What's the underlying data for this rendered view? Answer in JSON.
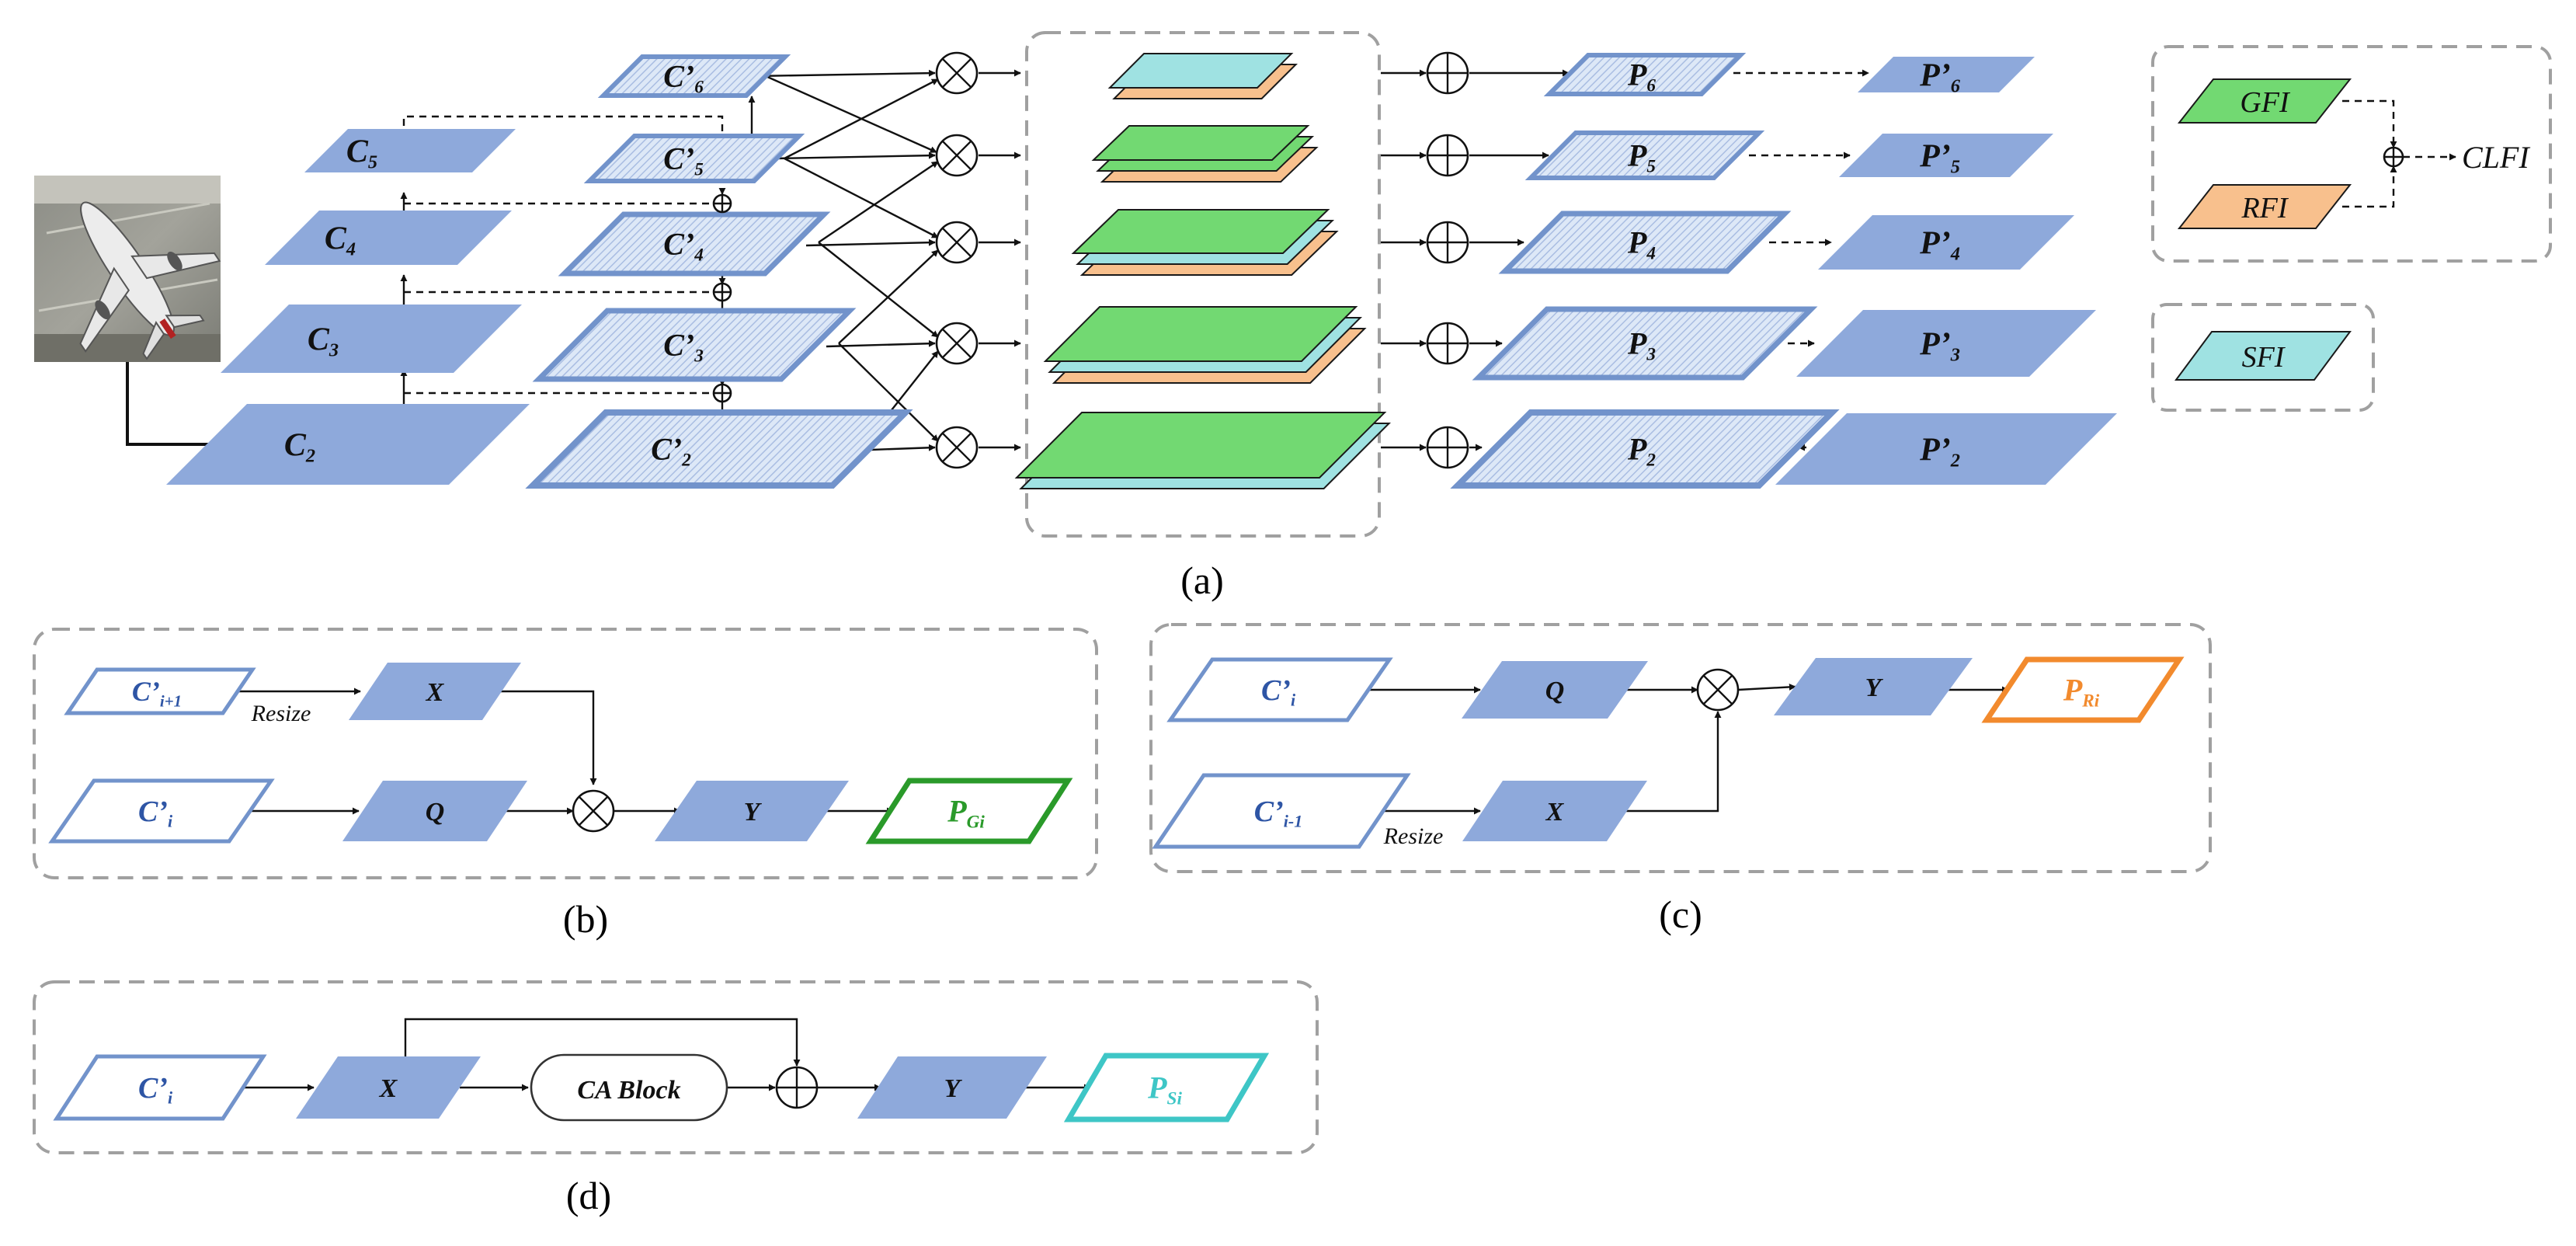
{
  "colors": {
    "feature_fill": "#8ea9db",
    "feature_stroke": "#7293cb",
    "gfi": "#72d972",
    "rfi": "#f8c08d",
    "sfi": "#9fe2e2",
    "green_out": "#2a9a2a",
    "orange_out": "#f28a2d",
    "cyan_out": "#3ec6c6",
    "arrow": "#111111",
    "dash_box": "#a0a0a0"
  },
  "icons": {
    "multiply": "circle-times-icon",
    "add": "circle-plus-icon",
    "image": "airplane-image"
  },
  "panel_a": {
    "caption": "(a)",
    "backbone": [
      {
        "b": "C",
        "s": "5"
      },
      {
        "b": "C",
        "s": "4"
      },
      {
        "b": "C",
        "s": "3"
      },
      {
        "b": "C",
        "s": "2"
      }
    ],
    "lateral": [
      {
        "b": "C’",
        "s": "6"
      },
      {
        "b": "C’",
        "s": "5"
      },
      {
        "b": "C’",
        "s": "4"
      },
      {
        "b": "C’",
        "s": "3"
      },
      {
        "b": "C’",
        "s": "2"
      }
    ],
    "pyramid": [
      {
        "b": "P",
        "s": "6"
      },
      {
        "b": "P",
        "s": "5"
      },
      {
        "b": "P",
        "s": "4"
      },
      {
        "b": "P",
        "s": "3"
      },
      {
        "b": "P",
        "s": "2"
      }
    ],
    "output": [
      {
        "b": "P’",
        "s": "6"
      },
      {
        "b": "P’",
        "s": "5"
      },
      {
        "b": "P’",
        "s": "4"
      },
      {
        "b": "P’",
        "s": "3"
      },
      {
        "b": "P’",
        "s": "2"
      }
    ],
    "legend": {
      "gfi": "GFI",
      "rfi": "RFI",
      "clfi": "CLFI",
      "sfi": "SFI"
    }
  },
  "panel_b": {
    "caption": "(b)",
    "in_top": {
      "b": "C’",
      "s": "i+1"
    },
    "resize": "Resize",
    "x": "X",
    "in_bottom": {
      "b": "C’",
      "s": "i"
    },
    "q": "Q",
    "y": "Y",
    "out": {
      "b": "P",
      "s": "Gi"
    }
  },
  "panel_c": {
    "caption": "(c)",
    "in_top": {
      "b": "C’",
      "s": "i"
    },
    "q": "Q",
    "y": "Y",
    "out": {
      "b": "P",
      "s": "Ri"
    },
    "in_bottom": {
      "b": "C’",
      "s": "i-1"
    },
    "resize": "Resize",
    "x": "X"
  },
  "panel_d": {
    "caption": "(d)",
    "in": {
      "b": "C’",
      "s": "i"
    },
    "x": "X",
    "ca": "CA Block",
    "y": "Y",
    "out": {
      "b": "P",
      "s": "Si"
    }
  }
}
